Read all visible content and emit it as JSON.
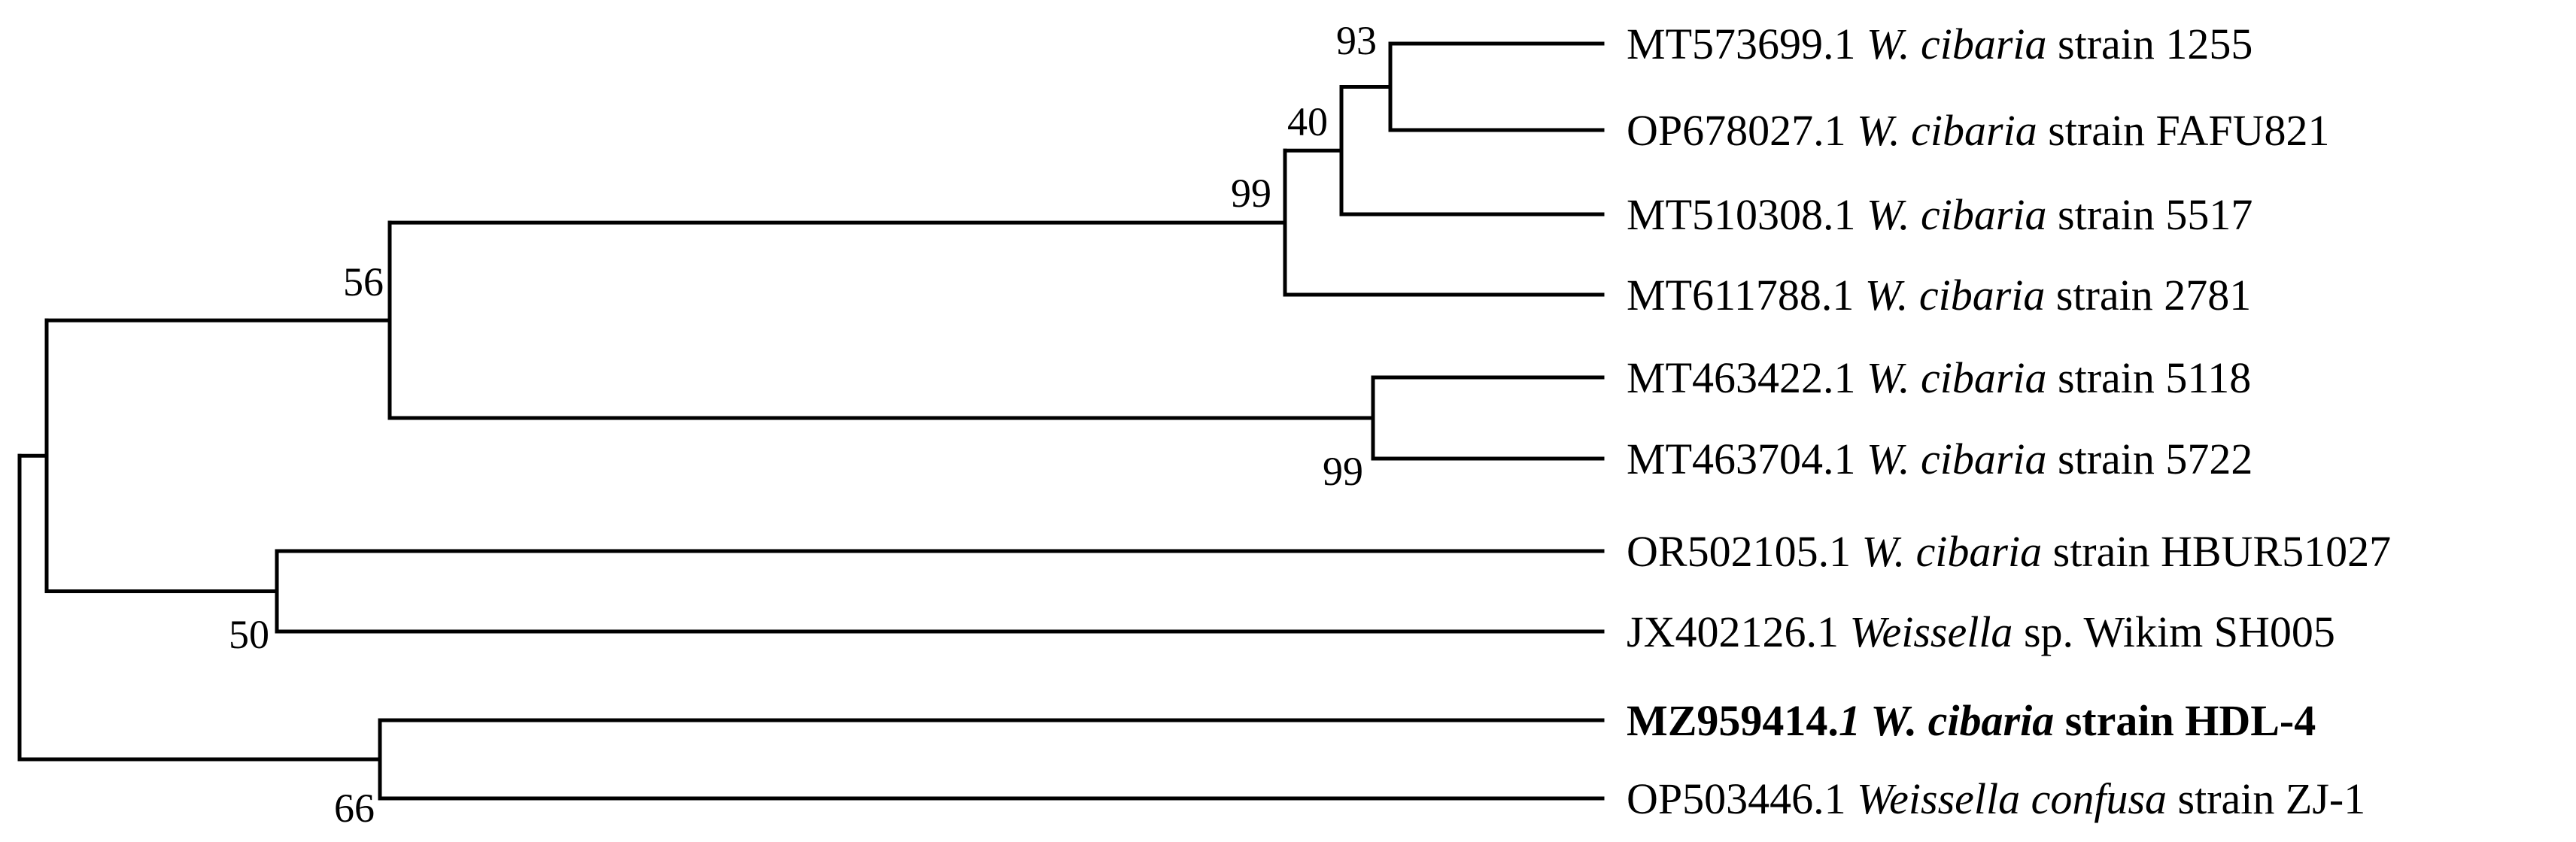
{
  "tree": {
    "leaves": [
      {
        "id": "MT573699",
        "accession": "MT573699.1",
        "species": "W. cibaria",
        "strain": "strain 1255",
        "highlight": false
      },
      {
        "id": "OP678027",
        "accession": "OP678027.1",
        "species": "W. cibaria",
        "strain": "strain FAFU821",
        "highlight": false
      },
      {
        "id": "MT510308",
        "accession": "MT510308.1",
        "species": "W. cibaria",
        "strain": "strain 5517",
        "highlight": false
      },
      {
        "id": "MT611788",
        "accession": "MT611788.1",
        "species": "W. cibaria",
        "strain": "strain 2781",
        "highlight": false
      },
      {
        "id": "MT463422",
        "accession": "MT463422.1",
        "species": "W. cibaria",
        "strain": "strain 5118",
        "highlight": false
      },
      {
        "id": "MT463704",
        "accession": "MT463704.1",
        "species": "W. cibaria",
        "strain": "strain 5722",
        "highlight": false
      },
      {
        "id": "OR502105",
        "accession": "OR502105.1",
        "species": "W. cibaria",
        "strain": "strain HBUR51027",
        "highlight": false
      },
      {
        "id": "JX402126",
        "accession": "JX402126.1",
        "species": "Weissella",
        "strain": "sp. Wikim SH005",
        "highlight": false
      },
      {
        "id": "MZ959414",
        "accession": "MZ959414.",
        "accession_suffix": "1",
        "species": "W. cibaria",
        "strain": "strain HDL-4",
        "highlight": true
      },
      {
        "id": "OP503446",
        "accession": "OP503446.1",
        "species": "Weissella confusa",
        "strain": "strain ZJ-1",
        "highlight": false
      }
    ],
    "clades": [
      {
        "id": "n93",
        "children": [
          "MT573699",
          "OP678027"
        ],
        "bootstrap": "93"
      },
      {
        "id": "n40",
        "children": [
          "n93",
          "MT510308"
        ],
        "bootstrap": "40"
      },
      {
        "id": "n99a",
        "children": [
          "n40",
          "MT611788"
        ],
        "bootstrap": "99"
      },
      {
        "id": "n99b",
        "children": [
          "MT463422",
          "MT463704"
        ],
        "bootstrap": "99"
      },
      {
        "id": "n56",
        "children": [
          "n99a",
          "n99b"
        ],
        "bootstrap": "56"
      },
      {
        "id": "n50",
        "children": [
          "OR502105",
          "JX402126"
        ],
        "bootstrap": "50"
      },
      {
        "id": "nTop",
        "children": [
          "n56",
          "n50"
        ],
        "bootstrap": ""
      },
      {
        "id": "n66",
        "children": [
          "MZ959414",
          "OP503446"
        ],
        "bootstrap": "66"
      },
      {
        "id": "root",
        "children": [
          "nTop",
          "n66"
        ],
        "bootstrap": ""
      }
    ]
  }
}
